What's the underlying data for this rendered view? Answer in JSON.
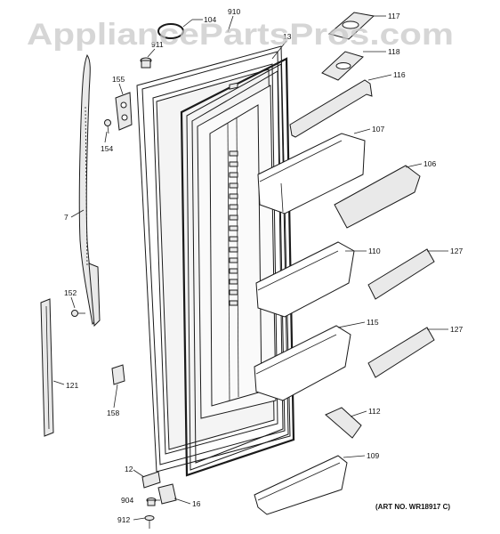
{
  "watermark": "AppliancePartsPros.com",
  "art_number": "(ART NO. WR18917 C)",
  "callouts": {
    "p104": "104",
    "p910": "910",
    "p911": "911",
    "p13": "13",
    "p117": "117",
    "p118": "118",
    "p116": "116",
    "p155": "155",
    "p154": "154",
    "p107": "107",
    "p106": "106",
    "p7": "7",
    "p110": "110",
    "p127a": "127",
    "p152": "152",
    "p115": "115",
    "p127b": "127",
    "p121": "121",
    "p158": "158",
    "p112": "112",
    "p109": "109",
    "p12": "12",
    "p904": "904",
    "p16": "16",
    "p912": "912"
  }
}
